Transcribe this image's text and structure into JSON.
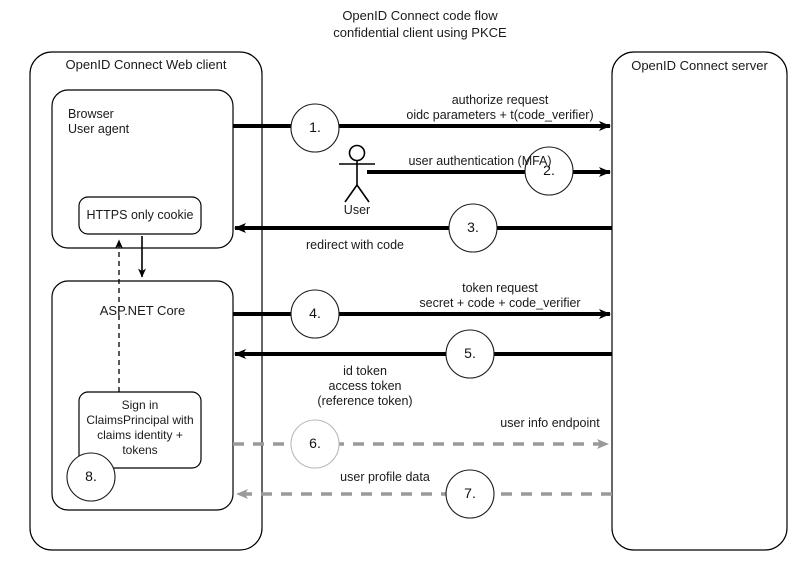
{
  "diagram": {
    "title_line1": "OpenID Connect code flow",
    "title_line2": "confidential client using PKCE",
    "type": "sequence-flow"
  },
  "containers": {
    "client": {
      "label": "OpenID Connect Web client"
    },
    "browser": {
      "line1": "Browser",
      "line2": "User agent"
    },
    "cookie": {
      "label": "HTTPS only cookie"
    },
    "aspnet": {
      "label": "ASP.NET Core"
    },
    "signin": {
      "line1": "Sign in",
      "line2": "ClaimsPrincipal with",
      "line3": "claims identity +",
      "line4": "tokens"
    },
    "server": {
      "label": "OpenID Connect server"
    }
  },
  "actor": {
    "label": "User",
    "icon": "stick-figure-icon"
  },
  "steps": [
    {
      "number": "1.",
      "direction": "right",
      "style": "solid",
      "color": "#000000",
      "label_line1": "authorize request",
      "label_line2": "oidc parameters + t(code_verifier)"
    },
    {
      "number": "2.",
      "direction": "right",
      "style": "solid",
      "color": "#000000",
      "label_line1": "user authentication (MFA)",
      "label_line2": ""
    },
    {
      "number": "3.",
      "direction": "left",
      "style": "solid",
      "color": "#000000",
      "label_line1": "redirect with code",
      "label_line2": ""
    },
    {
      "number": "4.",
      "direction": "right",
      "style": "solid",
      "color": "#000000",
      "label_line1": "token request",
      "label_line2": "secret + code + code_verifier"
    },
    {
      "number": "5.",
      "direction": "left",
      "style": "solid",
      "color": "#000000",
      "label_line1": "id token",
      "label_line2": "access token",
      "label_line3": "(reference token)"
    },
    {
      "number": "6.",
      "direction": "right",
      "style": "dashed",
      "color": "#9a9a9a",
      "label_line1": "user info endpoint",
      "label_line2": ""
    },
    {
      "number": "7.",
      "direction": "left",
      "style": "dashed",
      "color": "#9a9a9a",
      "label_line1": "user profile data",
      "label_line2": ""
    },
    {
      "number": "8.",
      "direction": "none",
      "style": "none",
      "color": "#000000",
      "label_line1": "",
      "label_line2": ""
    }
  ],
  "internal_arrows": [
    {
      "name": "cookie-read-dashed-up",
      "style": "dashed",
      "direction": "up"
    },
    {
      "name": "cookie-write-solid-down",
      "style": "solid",
      "direction": "down"
    }
  ],
  "colors": {
    "stroke": "#000000",
    "grey": "#9a9a9a",
    "background": "#ffffff",
    "text": "#1a1a1a"
  }
}
